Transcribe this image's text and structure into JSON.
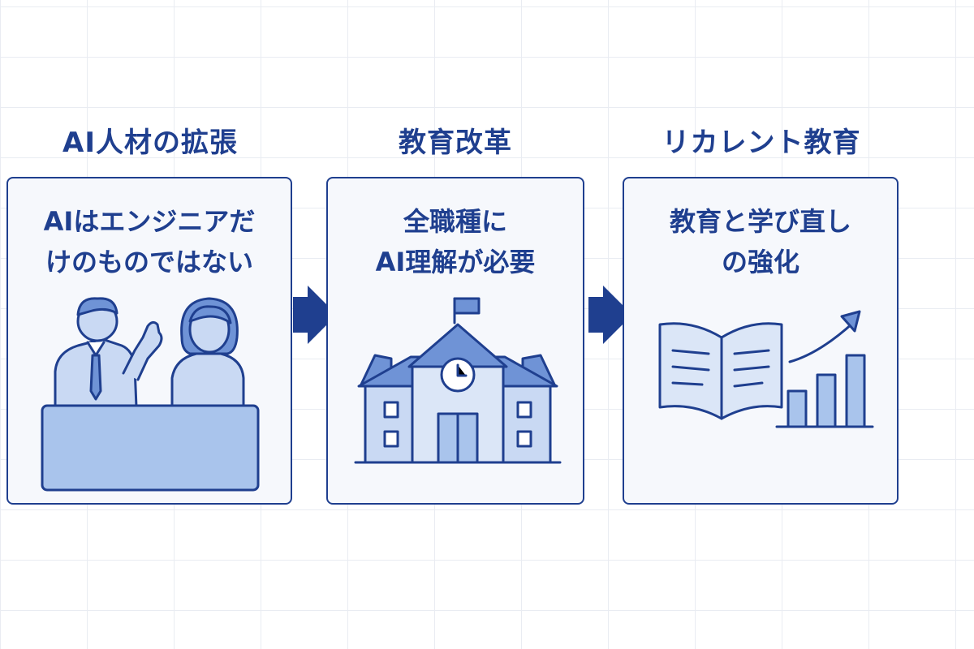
{
  "columns": [
    {
      "heading": "AI人材の拡張",
      "lines": [
        "AIはエンジニアだ",
        "けのものではない"
      ],
      "illustration_icon": "business-people-at-desk-icon"
    },
    {
      "heading": "教育改革",
      "lines": [
        "全職種に",
        "AI理解が必要"
      ],
      "illustration_icon": "school-building-icon"
    },
    {
      "heading": "リカレント教育",
      "lines": [
        "教育と学び直し",
        "の強化"
      ],
      "illustration_icon": "book-and-growth-chart-icon"
    }
  ],
  "colors": {
    "primary": "#1f3f8f",
    "light_fill": "#c9d9f3",
    "mid_fill": "#a9c4ec",
    "card_bg": "#f6f8fc"
  }
}
